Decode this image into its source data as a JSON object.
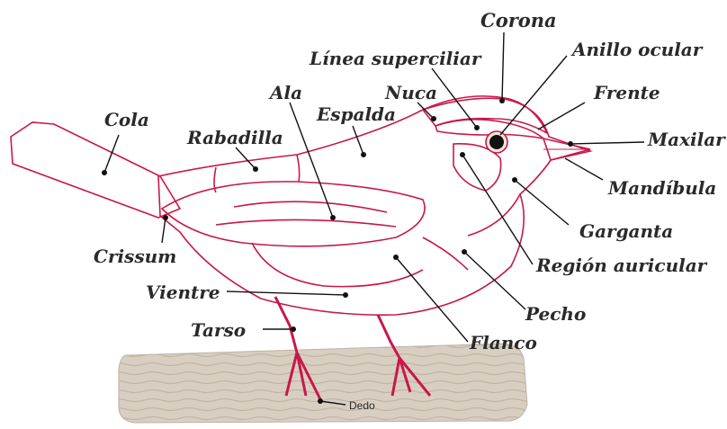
{
  "colors": {
    "body": "#c9bda8",
    "body_dark": "#b3a68f",
    "body_light": "#e6dccb",
    "outline": "#c8184a",
    "branch": "#d8cfc2",
    "branch_dark": "#bdb2a3",
    "label": "#2a2a2a"
  },
  "labels": {
    "corona": "Corona",
    "linea_superciliar": "Línea superciliar",
    "anillo_ocular": "Anillo ocular",
    "nuca": "Nuca",
    "frente": "Frente",
    "ala": "Ala",
    "espalda": "Espalda",
    "maxilar": "Maxilar",
    "cola": "Cola",
    "rabadilla": "Rabadilla",
    "mandibula": "Mandíbula",
    "garganta": "Garganta",
    "crissum": "Crissum",
    "region_auricular": "Región auricular",
    "vientre": "Vientre",
    "pecho": "Pecho",
    "tarso": "Tarso",
    "flanco": "Flanco",
    "dedo": "Dedo"
  }
}
